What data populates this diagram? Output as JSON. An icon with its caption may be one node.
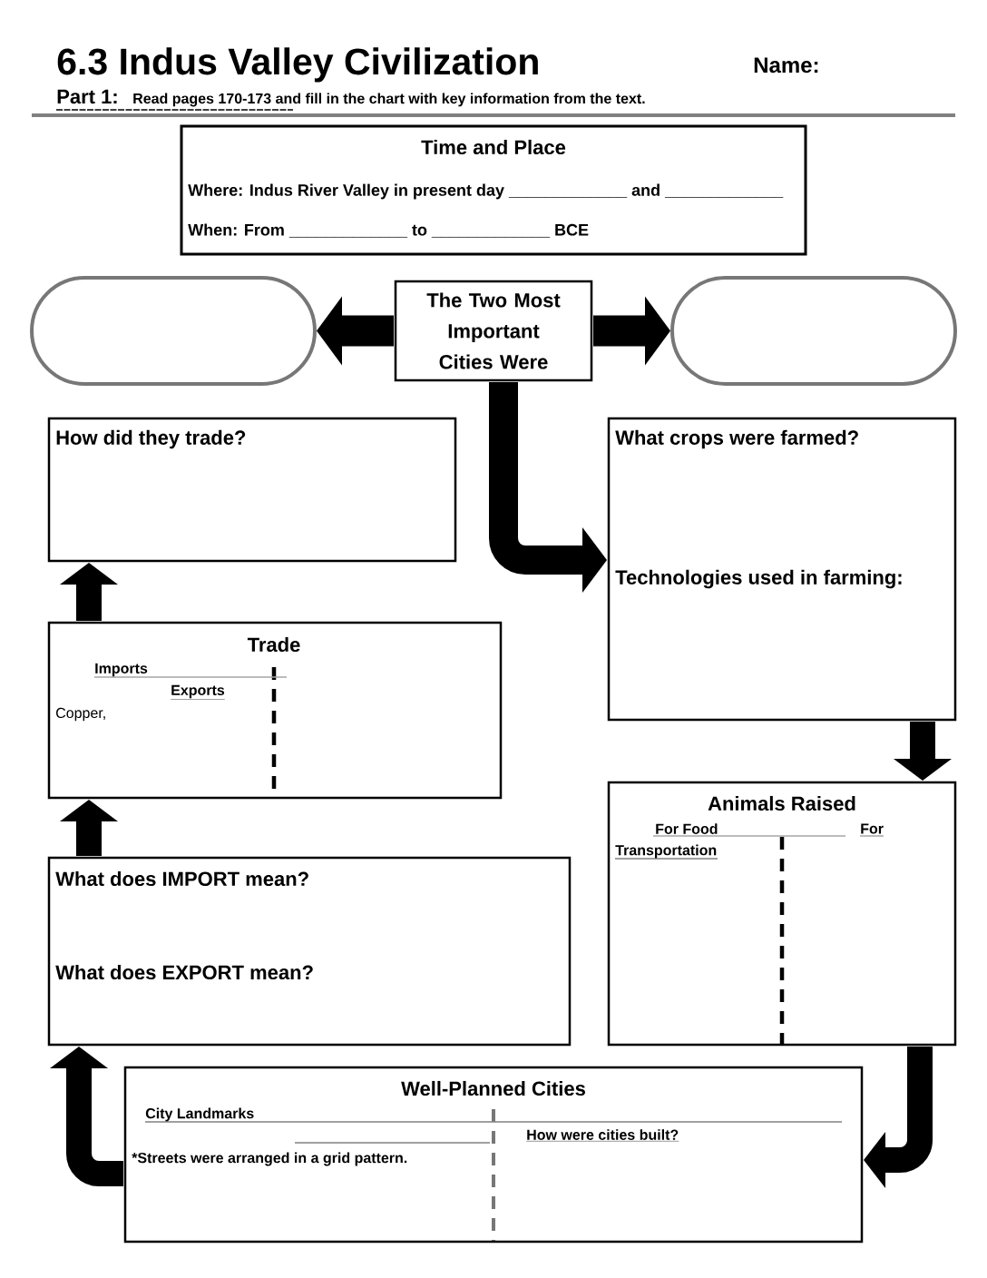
{
  "diagram": {
    "title": "6.3 Indus Valley Civilization",
    "nodes": [
      {
        "text": [
          "Time and Place",
          "Where: Indus River Valley in present day _____________ and _____________",
          "When: From _____________ to _____________ BCE"
        ]
      },
      {
        "text": [],
        "shape": "oval"
      },
      {
        "text": [
          "The Two Most Important Cities Were"
        ]
      },
      {
        "text": [],
        "shape": "oval"
      },
      {
        "text": [
          "How did they trade?"
        ]
      },
      {
        "text": [
          "What crops were farmed?",
          "Technologies used in farming:"
        ]
      },
      {
        "text": [
          "Trade",
          "Imports",
          "Exports",
          "Copper,"
        ]
      },
      {
        "text": [
          "Animals Raised",
          "For Food",
          "For",
          "Transportation"
        ]
      },
      {
        "text": [
          "What does IMPORT mean?",
          "What does EXPORT mean?"
        ]
      },
      {
        "text": [
          "Well-Planned Cities",
          "City Landmarks",
          "How were cities built?",
          "*Streets were arranged in a grid pattern."
        ]
      }
    ],
    "edges": [
      {
        "from": 2,
        "to": 1,
        "arrow": "to"
      },
      {
        "from": 2,
        "to": 3,
        "arrow": "to"
      },
      {
        "from": 2,
        "to": 5,
        "arrow": "to"
      },
      {
        "from": 5,
        "to": 7,
        "arrow": "to"
      },
      {
        "from": 7,
        "to": 9,
        "arrow": "to"
      },
      {
        "from": 9,
        "to": 8,
        "arrow": "to"
      },
      {
        "from": 8,
        "to": 6,
        "arrow": "to"
      },
      {
        "from": 6,
        "to": 4,
        "arrow": "to"
      }
    ],
    "labels": [
      "Name:",
      "Part 1:",
      "Read pages 170-173 and fill in the chart with key information from the text."
    ]
  }
}
